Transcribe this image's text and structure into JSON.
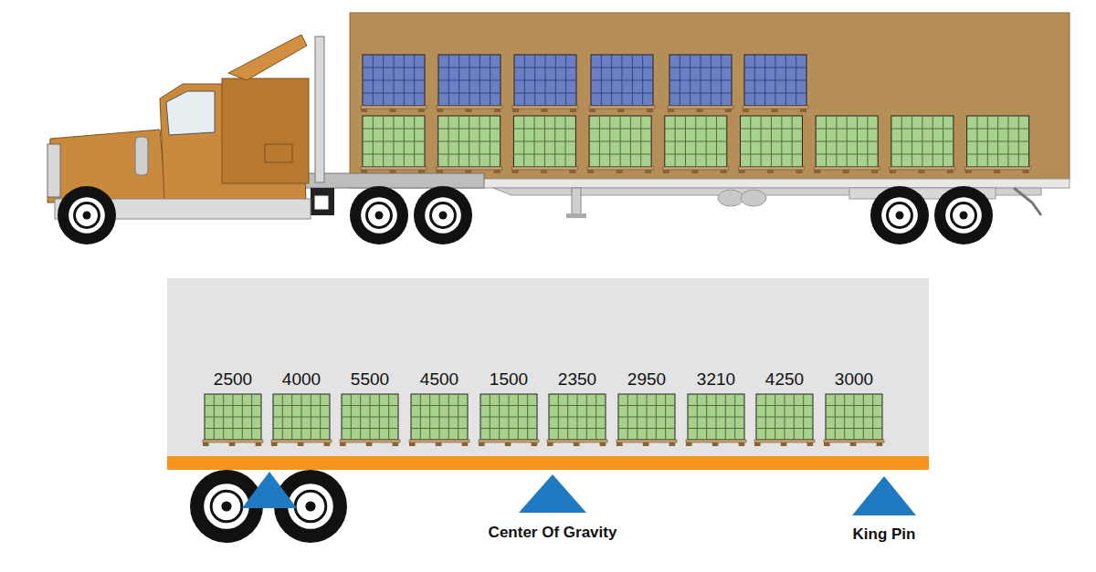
{
  "diagram": {
    "labels": [
      "2500",
      "4000",
      "5500",
      "4500",
      "1500",
      "2350",
      "2950",
      "3210",
      "4250",
      "3000",
      "Center Of Gravity",
      "King Pin"
    ]
  }
}
